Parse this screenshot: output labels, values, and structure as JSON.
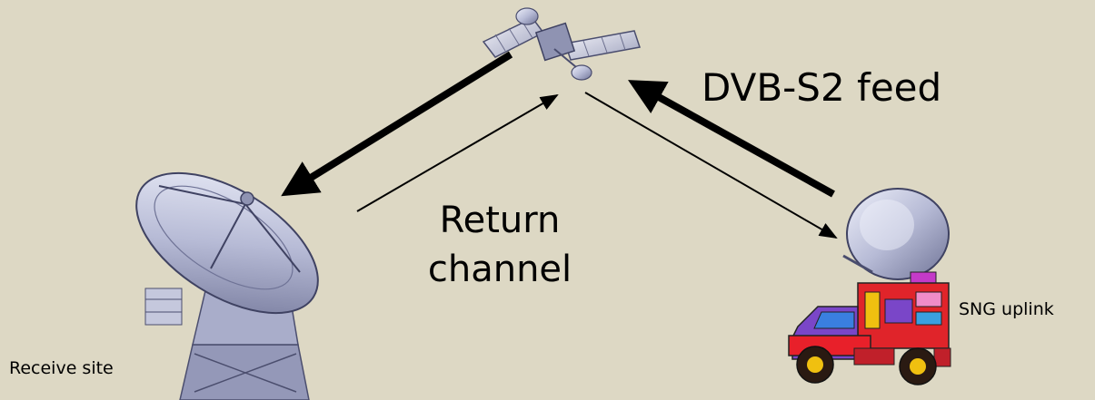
{
  "labels": {
    "feed": "DVB-S2 feed",
    "return_line1": "Return",
    "return_line2": "channel",
    "uplink": "SNG uplink",
    "receive": "Receive site"
  },
  "colors": {
    "background": "#ddd8c4",
    "arrow": "#000000",
    "dish": "#b9bdd6",
    "truck_body": "#e0242a",
    "truck_cab": "#7a46c8"
  },
  "icons": {
    "satellite": "satellite-icon",
    "receive_dish": "radio-telescope-dish-icon",
    "uplink_truck": "sng-truck-icon"
  }
}
